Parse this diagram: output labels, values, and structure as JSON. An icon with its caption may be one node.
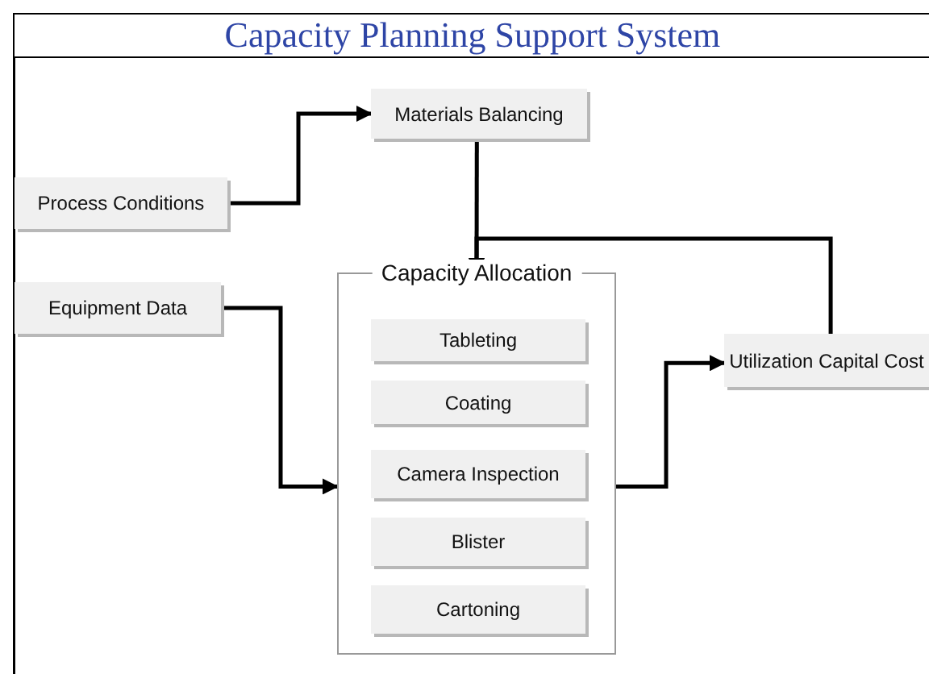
{
  "diagram": {
    "title": "Capacity Planning Support System",
    "nodes": [
      {
        "text": [
          "Materials Balancing"
        ]
      },
      {
        "text": [
          "Process Conditions"
        ]
      },
      {
        "text": [
          "Equipment Data"
        ]
      },
      {
        "text": [
          "Capacity Allocation"
        ]
      },
      {
        "text": [
          "Tableting"
        ],
        "in": 3
      },
      {
        "text": [
          "Coating"
        ],
        "in": 3
      },
      {
        "text": [
          "Camera Inspection"
        ],
        "in": 3
      },
      {
        "text": [
          "Blister"
        ],
        "in": 3
      },
      {
        "text": [
          "Cartoning"
        ],
        "in": 3
      },
      {
        "text": [
          "Utilization Capital Cost"
        ]
      }
    ],
    "edges": [
      {
        "from": 1,
        "to": 0,
        "arrow": "to"
      },
      {
        "from": 0,
        "to": 3,
        "arrow": "to"
      },
      {
        "from": 9,
        "to": 3,
        "arrow": "to"
      },
      {
        "from": 2,
        "to": 3,
        "arrow": "to"
      },
      {
        "from": 3,
        "to": 9,
        "arrow": "to"
      }
    ]
  }
}
